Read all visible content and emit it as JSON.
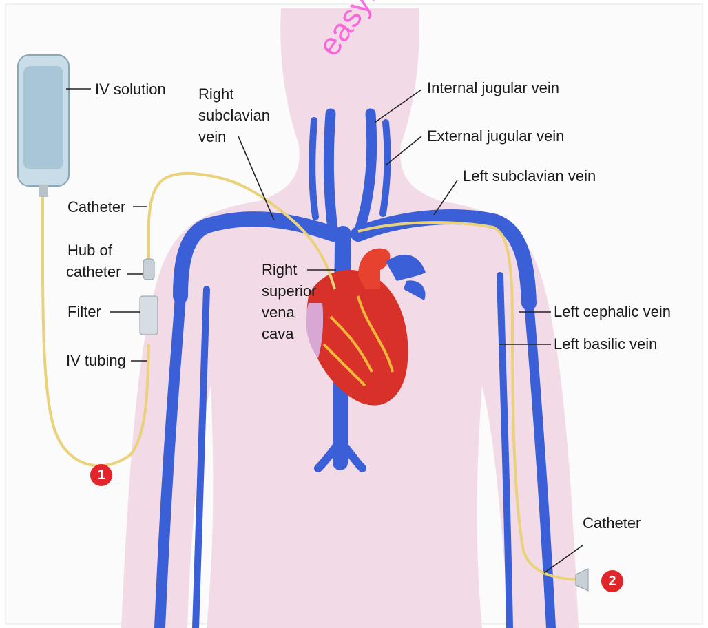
{
  "watermark": "easytvet.c",
  "colors": {
    "vein": "#3a5fd6",
    "tube": "#e9d27a",
    "silhouette": "#f2dbe7",
    "heart": "#d8312a",
    "marker": "#e0262a"
  },
  "labels": {
    "iv_solution": "IV solution",
    "catheter_left": "Catheter",
    "hub_line1": "Hub of",
    "hub_line2": "catheter",
    "filter": "Filter",
    "iv_tubing": "IV tubing",
    "right_subclavian_line1": "Right",
    "right_subclavian_line2": "subclavian",
    "right_subclavian_line3": "vein",
    "internal_jugular": "Internal jugular vein",
    "external_jugular": "External jugular vein",
    "left_subclavian": "Left subclavian vein",
    "svc_line1": "Right",
    "svc_line2": "superior",
    "svc_line3": "vena",
    "svc_line4": "cava",
    "left_cephalic": "Left cephalic vein",
    "left_basilic": "Left basilic vein",
    "catheter_right": "Catheter"
  },
  "markers": {
    "one": "1",
    "two": "2"
  }
}
